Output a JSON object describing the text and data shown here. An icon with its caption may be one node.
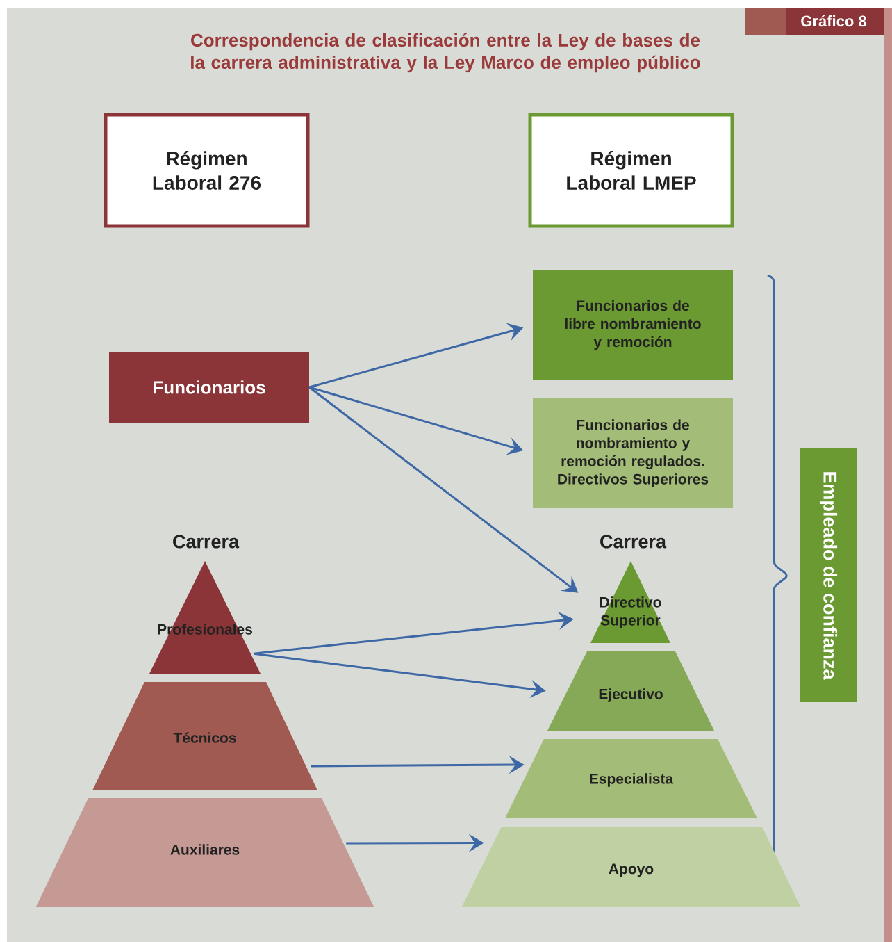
{
  "diagram": {
    "title": "Correspondencia de clasificación entre la Ley de bases de la carrera administrativa y la Ley Marco de empleo público",
    "nodes": [
      {
        "text": [
          "Régimen Laboral 276"
        ]
      },
      {
        "text": [
          "Régimen Laboral LMEP"
        ]
      },
      {
        "text": [
          "Funcionarios de libre nombramiento y remoción"
        ]
      },
      {
        "text": [
          "Funcionarios"
        ]
      },
      {
        "text": [
          "Funcionarios de nombramiento y remoción regulados. Directivos Superiores"
        ]
      },
      {
        "text": [
          "Empleado de confianza"
        ]
      },
      {
        "text": [
          "Profesionales"
        ]
      },
      {
        "text": [
          "Directivo Superior"
        ]
      },
      {
        "text": [
          "Ejecutivo"
        ]
      },
      {
        "text": [
          "Técnicos"
        ]
      },
      {
        "text": [
          "Especialista"
        ]
      },
      {
        "text": [
          "Auxiliares"
        ]
      },
      {
        "text": [
          "Apoyo"
        ]
      }
    ],
    "edges": [
      {
        "from": 3,
        "to": 2,
        "arrow": "to"
      },
      {
        "from": 3,
        "to": 4,
        "arrow": "to"
      },
      {
        "from": 3,
        "to": 7,
        "arrow": "to"
      },
      {
        "from": 6,
        "to": 7,
        "arrow": "to"
      },
      {
        "from": 6,
        "to": 8,
        "arrow": "to"
      },
      {
        "from": 9,
        "to": 10,
        "arrow": "to"
      },
      {
        "from": 11,
        "to": 12,
        "arrow": "to"
      }
    ],
    "labels": [
      "Gráfico 8",
      "Carrera",
      "Carrera"
    ]
  }
}
